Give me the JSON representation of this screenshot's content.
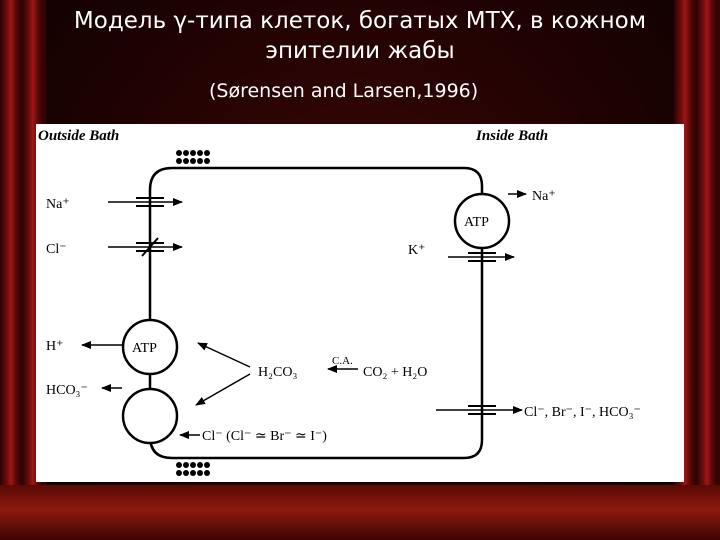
{
  "slide": {
    "title_line1": "Модель γ-типа клеток, богатых МТХ, в кожном",
    "title_line2": "эпителии жабы",
    "citation": "(Sørensen and Larsen,1996)"
  },
  "diagram": {
    "outside_bath": "Outside Bath",
    "inside_bath": "Inside Bath",
    "left": {
      "na": "Na⁺",
      "cl": "Cl⁻",
      "h": "H⁺",
      "hco3": "HCO₃⁻",
      "atp": "ATP",
      "exchange": "Cl⁻ (Cl⁻ ≃ Br⁻ ≃ I⁻)"
    },
    "right": {
      "na": "Na⁺",
      "k": "K⁺",
      "atp": "ATP",
      "anions": "Cl⁻, Br⁻, I⁻, HCO₃⁻"
    },
    "center": {
      "h2co3": "H₂CO₃",
      "ca": "C.A.",
      "co2_h2o": "CO₂ + H₂O"
    }
  }
}
